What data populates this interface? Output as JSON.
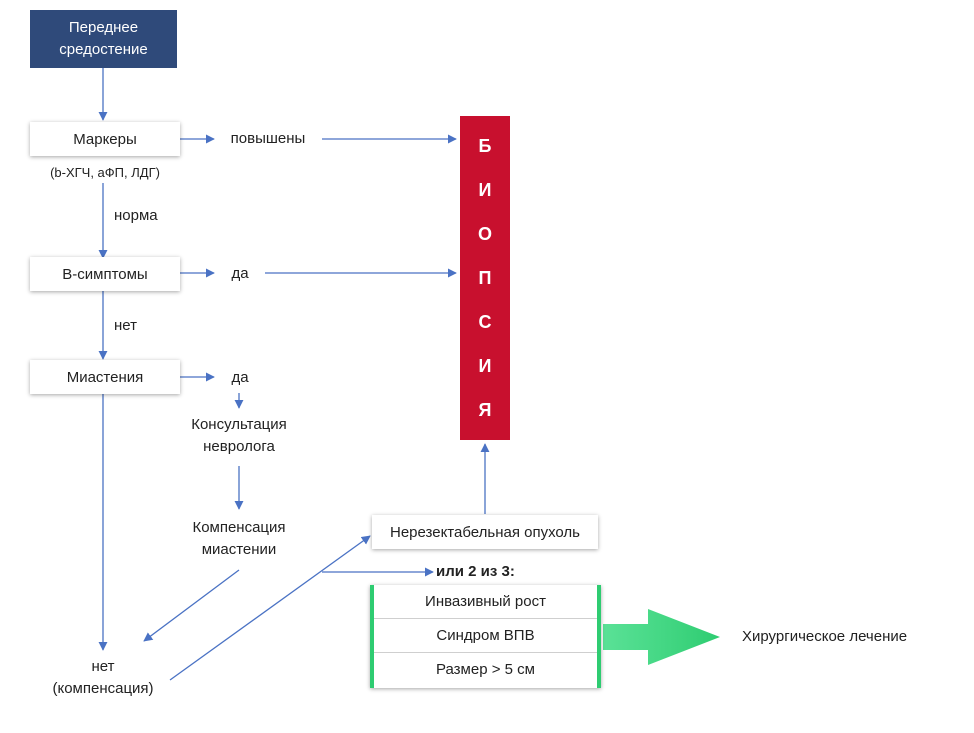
{
  "colors": {
    "header_fill": "#2f4a7a",
    "biopsy_fill": "#c8102e",
    "criteria_accent": "#2ecc71",
    "connector": "#4a72c4"
  },
  "header": {
    "line1": "Переднее",
    "line2": "средостение"
  },
  "markers": {
    "label": "Маркеры",
    "sub": "(b-ХГЧ, аФП, ЛДГ)",
    "raised": "повышены",
    "normal": "норма"
  },
  "b_symptoms": {
    "label": "В-симптомы",
    "yes": "да",
    "no": "нет"
  },
  "myasthenia": {
    "label": "Миастения",
    "yes": "да"
  },
  "consult": {
    "line1": "Консультация",
    "line2": "невролога"
  },
  "compensation": {
    "line1": "Компенсация",
    "line2": "миастении"
  },
  "no_comp": {
    "line1": "нет",
    "line2": "(компенсация)"
  },
  "biopsy": {
    "letters": [
      "Б",
      "И",
      "О",
      "П",
      "С",
      "И",
      "Я"
    ]
  },
  "unresectable": {
    "label": "Нерезектабельная опухоль"
  },
  "criteria": {
    "title": "или 2 из 3:",
    "items": [
      "Инвазивный рост",
      "Синдром ВПВ",
      "Размер > 5 см"
    ]
  },
  "surgery": {
    "label": "Хирургическое лечение"
  }
}
